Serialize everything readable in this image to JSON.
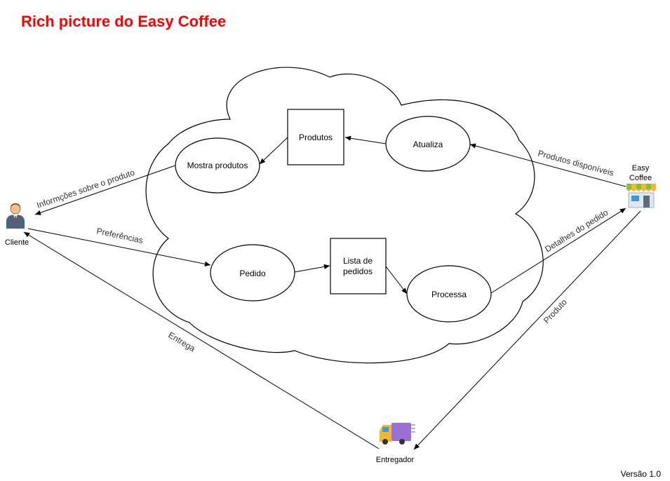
{
  "title": "Rich picture do Easy Coffee",
  "colors": {
    "title": "#ff0000",
    "stroke": "#000000",
    "label": "#333333"
  },
  "actors": {
    "cliente": {
      "label": "Cliente",
      "icon": "person-suit-icon"
    },
    "easy_coffee": {
      "label_line1": "Easy",
      "label_line2": "Coffee",
      "icon": "storefront-icon"
    },
    "entregador": {
      "label": "Entregador",
      "icon": "delivery-truck-icon"
    }
  },
  "processes": {
    "mostra_produtos": "Mostra produtos",
    "atualiza": "Atualiza",
    "pedido": "Pedido",
    "processa": "Processa"
  },
  "stores": {
    "produtos": "Produtos",
    "lista_line1": "Lista de",
    "lista_line2": "pedidos"
  },
  "flows": {
    "informacoes": "Informções sobre o produto",
    "preferencias": "Preferências",
    "produtos_disponiveis": "Produtos disponíveis",
    "detalhes_pedido": "Detalhes do pedido",
    "produto": "Produto",
    "entrega": "Entrega"
  },
  "version": "Versão 1.0"
}
